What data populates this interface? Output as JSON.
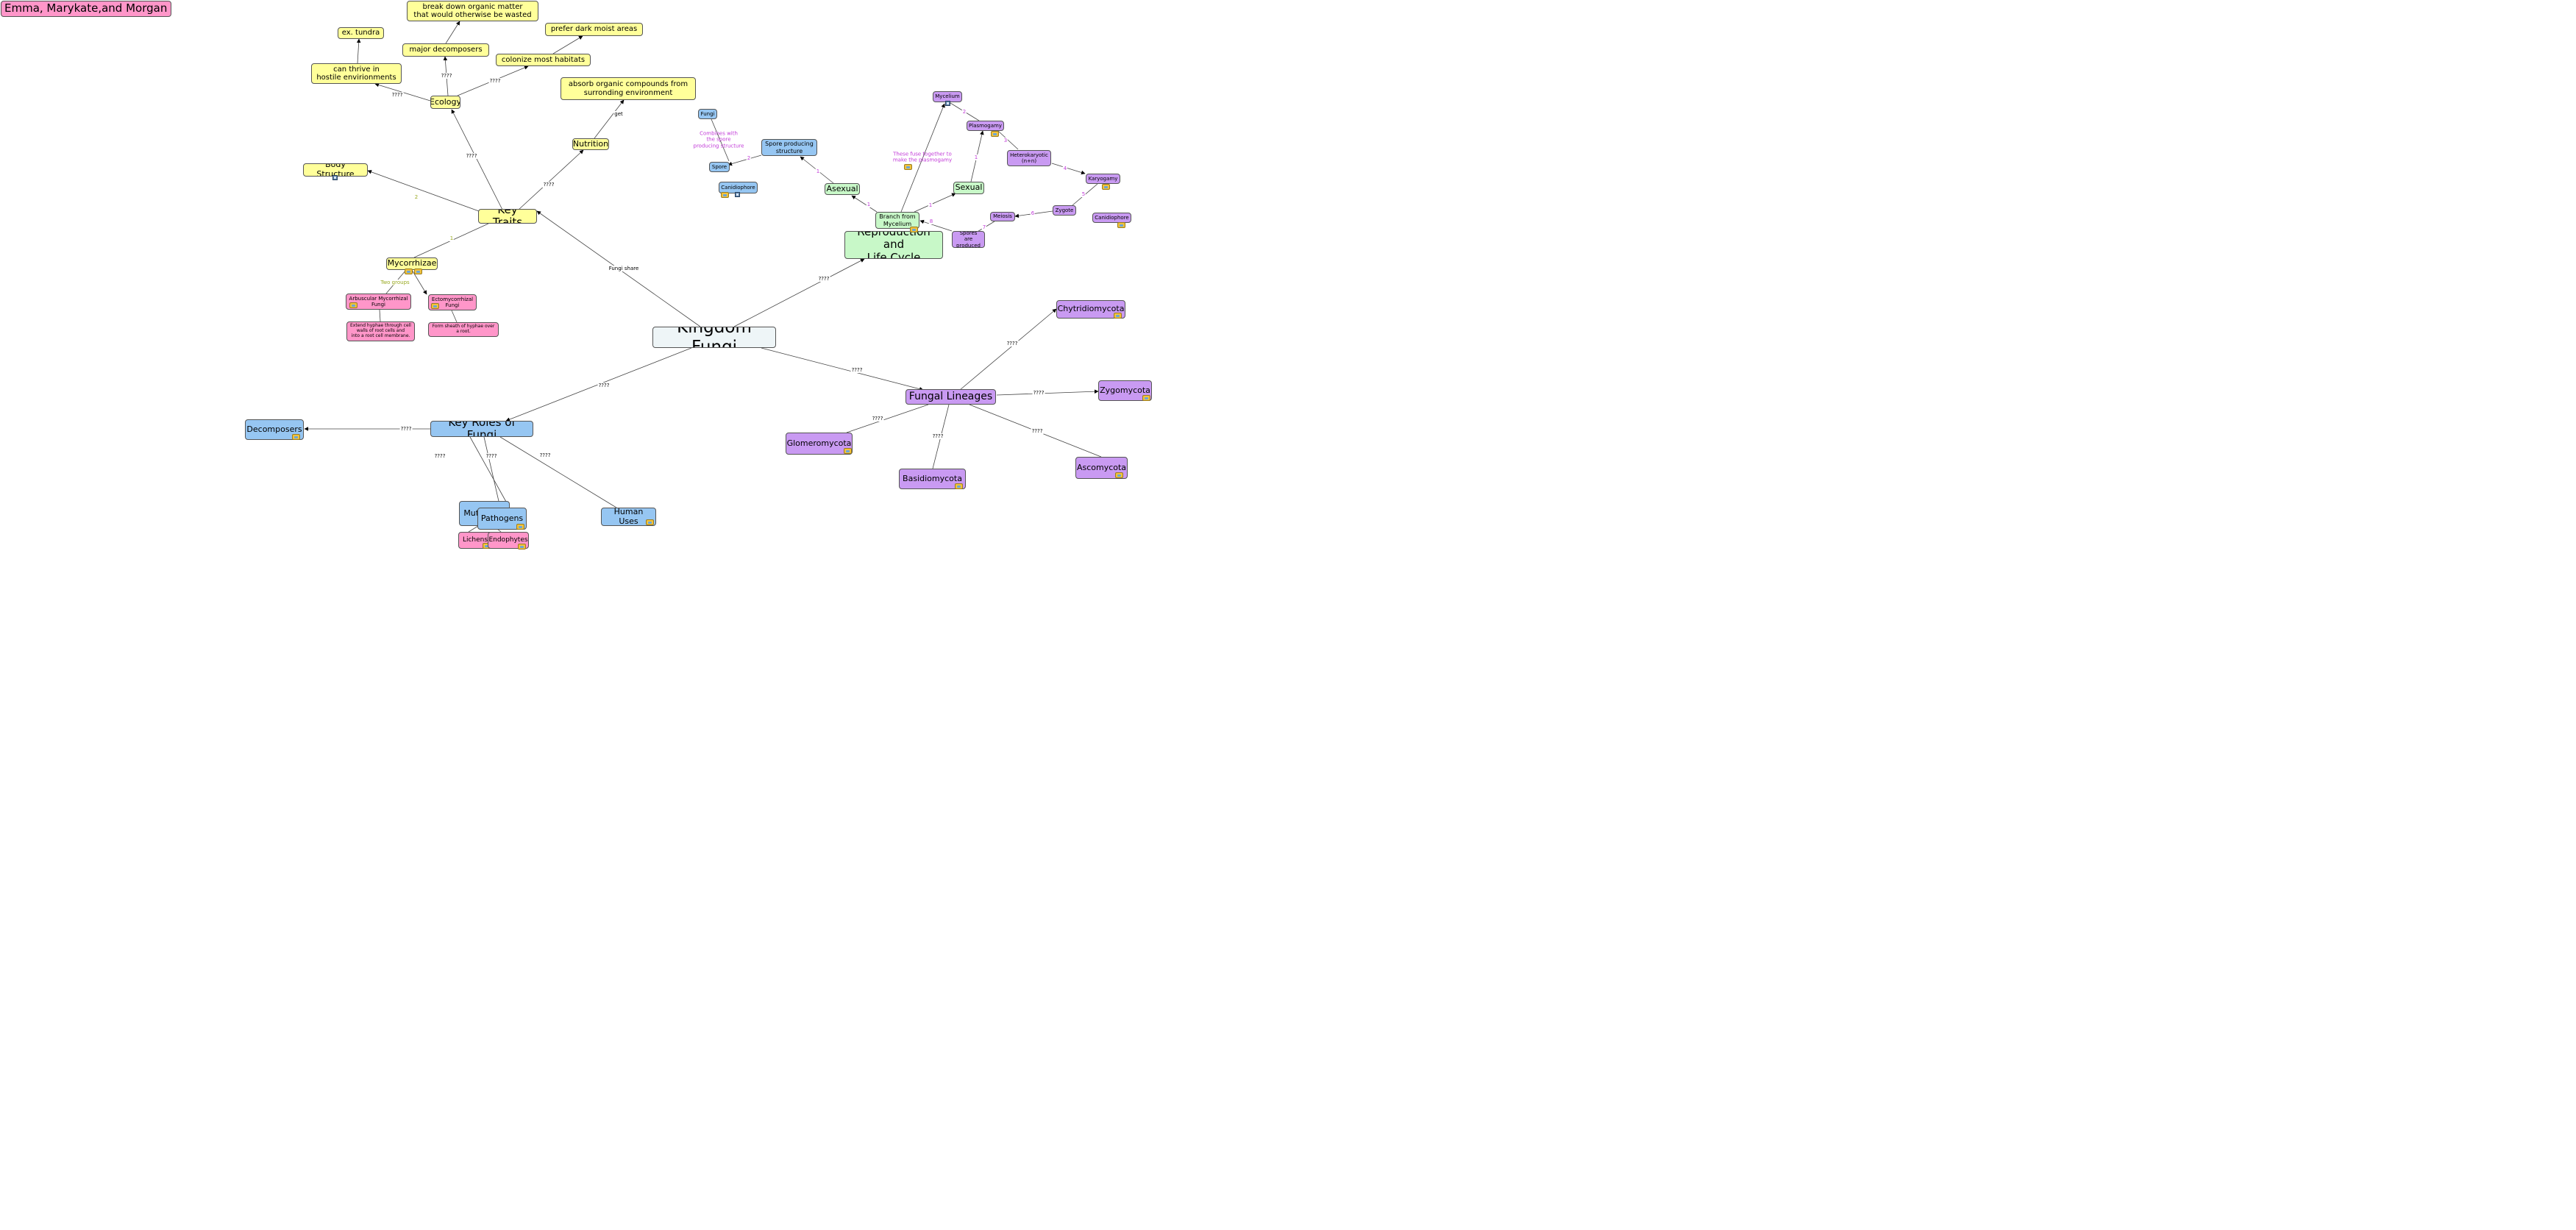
{
  "title": "Emma, Marykate,and Morgan",
  "nodes": {
    "kingdom": "Kingdom Fungi",
    "key_traits": "Key Traits",
    "ecology": "Ecology",
    "nutrition": "Nutrition",
    "body_structure": "Body Structure",
    "mycorrhizae": "Mycorrhizae",
    "thrive": "can thrive in\nhostile envirionments",
    "tundra": "ex. tundra",
    "major_decomposers": "major decomposers",
    "break_down": "break down organic matter\nthat would otherwise be wasted",
    "colonize": "colonize most habitats",
    "dark_moist": "prefer dark moist areas",
    "absorb": "absorb organic compounds from\nsurronding environment",
    "arbuscular": "Arbuscular Mycorrhizal\nFungi",
    "ectomycorrhizal": "Ectomycorrhizal\nFungi",
    "extend_hyphae": "Extend hyphae through cell\nwalls of root cells and\ninto a root cell membrane.",
    "sheath": "Form sheath of hyphae over\na root.",
    "reproduction": "Reproduction and\nLife Cycle",
    "asexual": "Asexual",
    "sexual": "Sexual",
    "branch": "Branch from\nMycelium",
    "spore_structure": "Spore producing\nstructure",
    "fungi_small": "Fungi",
    "spore": "Spore",
    "canidiophore_left": "Canidiophore",
    "mycelium": "Mycelium",
    "plasmogamy": "Plasmogamy",
    "heterokaryotic": "Heterokaryotic\n(n+n)",
    "karyogamy": "Karyogamy",
    "zygote": "Zygote",
    "meiosis": "Meiosis",
    "spores_produced": "Spores are\nproduced",
    "canidiophore_right": "Canidiophore",
    "fungal_lineages": "Fungal Lineages",
    "chytridiomycota": "Chytridiomycota",
    "zygomycota": "Zygomycota",
    "glomeromycota": "Glomeromycota",
    "basidiomycota": "Basidiomycota",
    "ascomycota": "Ascomycota",
    "key_roles": "Key Roles of Fungi",
    "decomposers": "Decomposers",
    "mutualists": "Mutualists",
    "pathogens": "Pathogens",
    "human_uses": "Human Uses",
    "lichens": "Lichens",
    "endophytes": "Endophytes"
  },
  "edge_labels": {
    "unknown": "????",
    "fungi_share": "Fungi share",
    "get": "get",
    "two_groups": "Two groups",
    "combines": "Combines with\nthe spore\nproducing structure",
    "fuse": "These fuse together to\nmake the plasmogamy",
    "n1": "1",
    "n2": "2",
    "n3": "3",
    "n4": "4",
    "n5": "5",
    "n6": "6",
    "n7": "7",
    "n8": "8"
  },
  "colors": {
    "trait_yellow": "#ffff9a",
    "role_blue": "#96c6f2",
    "lineage_purple": "#c99af2",
    "repro_green": "#c8f8c8",
    "title_pink": "#ff96c9",
    "link_magenta": "#c23bd8"
  }
}
